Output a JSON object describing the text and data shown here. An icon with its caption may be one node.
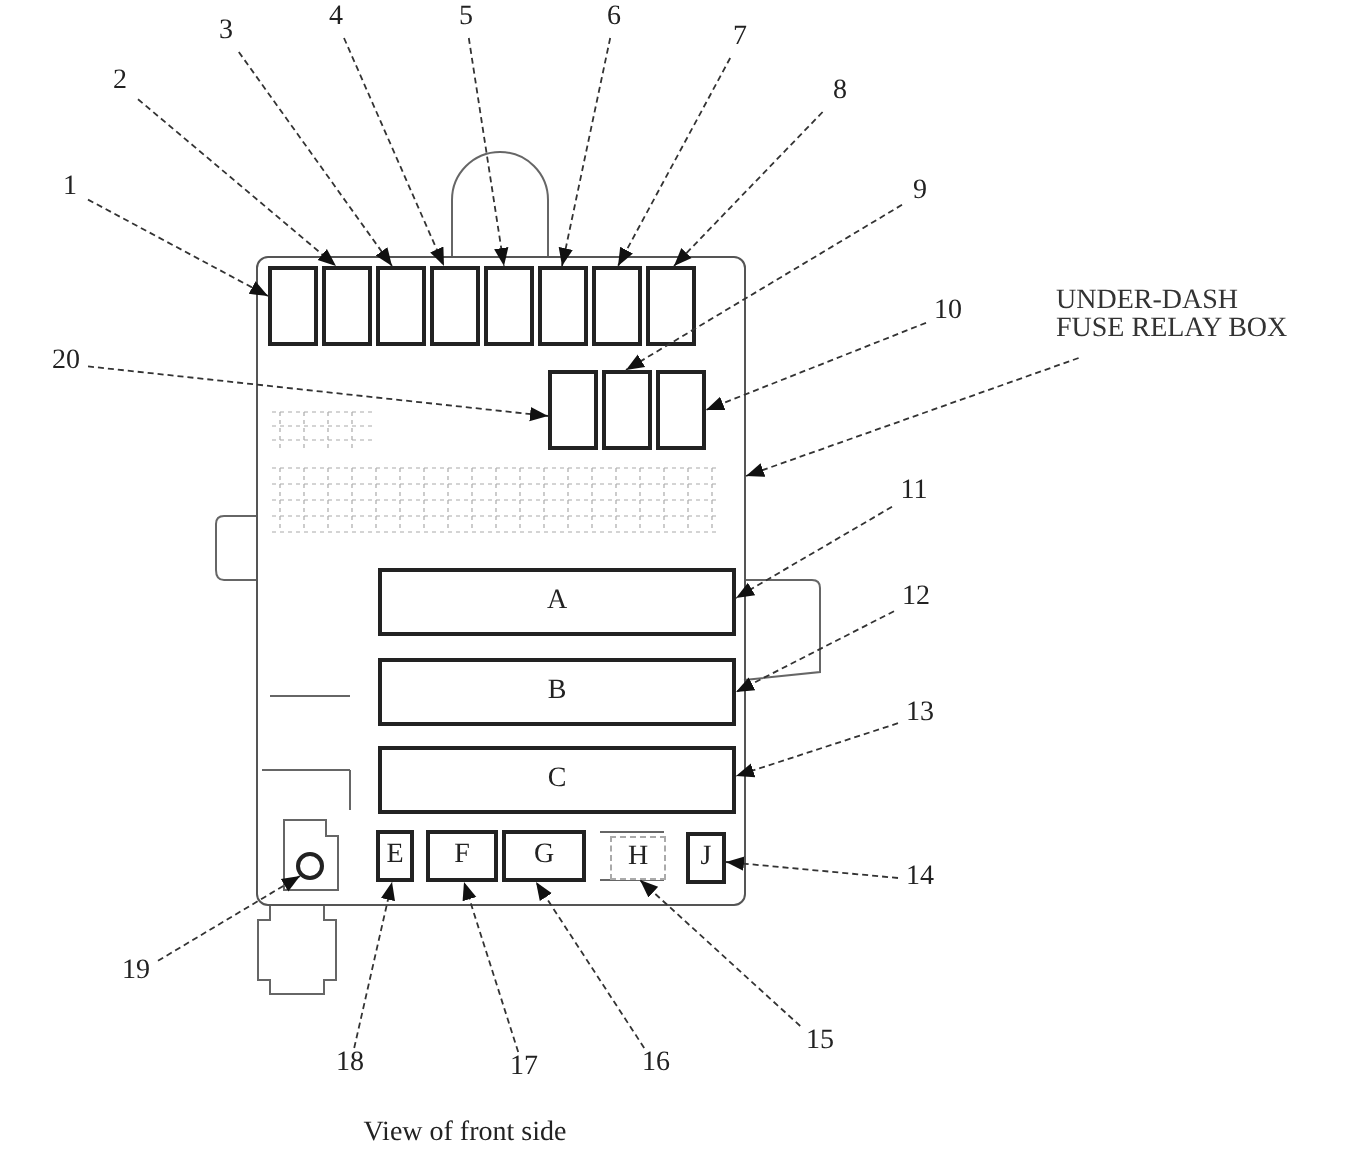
{
  "diagram": {
    "caption": "View of front side",
    "nodes": [
      {
        "text": [],
        "shape": "box"
      },
      {
        "text": [],
        "shape": "box",
        "in": 0
      },
      {
        "text": [],
        "shape": "box",
        "in": 0
      },
      {
        "text": [],
        "shape": "box",
        "in": 0
      },
      {
        "text": [],
        "shape": "box",
        "in": 0
      },
      {
        "text": [],
        "shape": "box",
        "in": 0
      },
      {
        "text": [],
        "shape": "box",
        "in": 0
      },
      {
        "text": [],
        "shape": "box",
        "in": 0
      },
      {
        "text": [],
        "shape": "box",
        "in": 0
      },
      {
        "text": [],
        "shape": "box",
        "in": 0
      },
      {
        "text": [],
        "shape": "box",
        "in": 0
      },
      {
        "text": [],
        "shape": "box",
        "in": 0
      },
      {
        "text": [
          "A"
        ],
        "in": 0
      },
      {
        "text": [
          "B"
        ],
        "in": 0
      },
      {
        "text": [
          "C"
        ],
        "in": 0
      },
      {
        "text": [],
        "shape": "circle",
        "in": 0
      },
      {
        "text": [
          "E"
        ],
        "in": 0
      },
      {
        "text": [
          "F"
        ],
        "in": 0
      },
      {
        "text": [
          "G"
        ],
        "in": 0
      },
      {
        "text": [
          "H"
        ],
        "in": 0
      },
      {
        "text": [
          "J"
        ],
        "in": 0
      },
      {
        "text": [
          "1"
        ]
      },
      {
        "text": [
          "2"
        ]
      },
      {
        "text": [
          "3"
        ]
      },
      {
        "text": [
          "4"
        ]
      },
      {
        "text": [
          "5"
        ]
      },
      {
        "text": [
          "6"
        ]
      },
      {
        "text": [
          "7"
        ]
      },
      {
        "text": [
          "8"
        ]
      },
      {
        "text": [
          "9"
        ]
      },
      {
        "text": [
          "10"
        ]
      },
      {
        "text": [
          "11"
        ]
      },
      {
        "text": [
          "12"
        ]
      },
      {
        "text": [
          "13"
        ]
      },
      {
        "text": [
          "14"
        ]
      },
      {
        "text": [
          "15"
        ]
      },
      {
        "text": [
          "16"
        ]
      },
      {
        "text": [
          "17"
        ]
      },
      {
        "text": [
          "18"
        ]
      },
      {
        "text": [
          "19"
        ]
      },
      {
        "text": [
          "20"
        ]
      },
      {
        "text": [
          "UNDER-DASH FUSE RELAY BOX"
        ]
      }
    ],
    "edges": [
      {
        "from": 21,
        "to": 1,
        "arrow": "to",
        "style": "dashed"
      },
      {
        "from": 22,
        "to": 2,
        "arrow": "to",
        "style": "dashed"
      },
      {
        "from": 23,
        "to": 3,
        "arrow": "to",
        "style": "dashed"
      },
      {
        "from": 24,
        "to": 4,
        "arrow": "to",
        "style": "dashed"
      },
      {
        "from": 25,
        "to": 5,
        "arrow": "to",
        "style": "dashed"
      },
      {
        "from": 26,
        "to": 6,
        "arrow": "to",
        "style": "dashed"
      },
      {
        "from": 27,
        "to": 7,
        "arrow": "to",
        "style": "dashed"
      },
      {
        "from": 28,
        "to": 8,
        "arrow": "to",
        "style": "dashed"
      },
      {
        "from": 29,
        "to": 10,
        "arrow": "to",
        "style": "dashed"
      },
      {
        "from": 30,
        "to": 11,
        "arrow": "to",
        "style": "dashed"
      },
      {
        "from": 41,
        "to": 0,
        "arrow": "to",
        "style": "dashed"
      },
      {
        "from": 31,
        "to": 12,
        "arrow": "to",
        "style": "dashed"
      },
      {
        "from": 32,
        "to": 13,
        "arrow": "to",
        "style": "dashed"
      },
      {
        "from": 33,
        "to": 14,
        "arrow": "to",
        "style": "dashed"
      },
      {
        "from": 34,
        "to": 20,
        "arrow": "to",
        "style": "dashed"
      },
      {
        "from": 35,
        "to": 19,
        "arrow": "to",
        "style": "dashed"
      },
      {
        "from": 36,
        "to": 18,
        "arrow": "to",
        "style": "dashed"
      },
      {
        "from": 37,
        "to": 17,
        "arrow": "to",
        "style": "dashed"
      },
      {
        "from": 38,
        "to": 16,
        "arrow": "to",
        "style": "dashed"
      },
      {
        "from": 39,
        "to": 15,
        "arrow": "to",
        "style": "dashed"
      },
      {
        "from": 40,
        "to": 9,
        "arrow": "to",
        "style": "dashed"
      }
    ]
  }
}
